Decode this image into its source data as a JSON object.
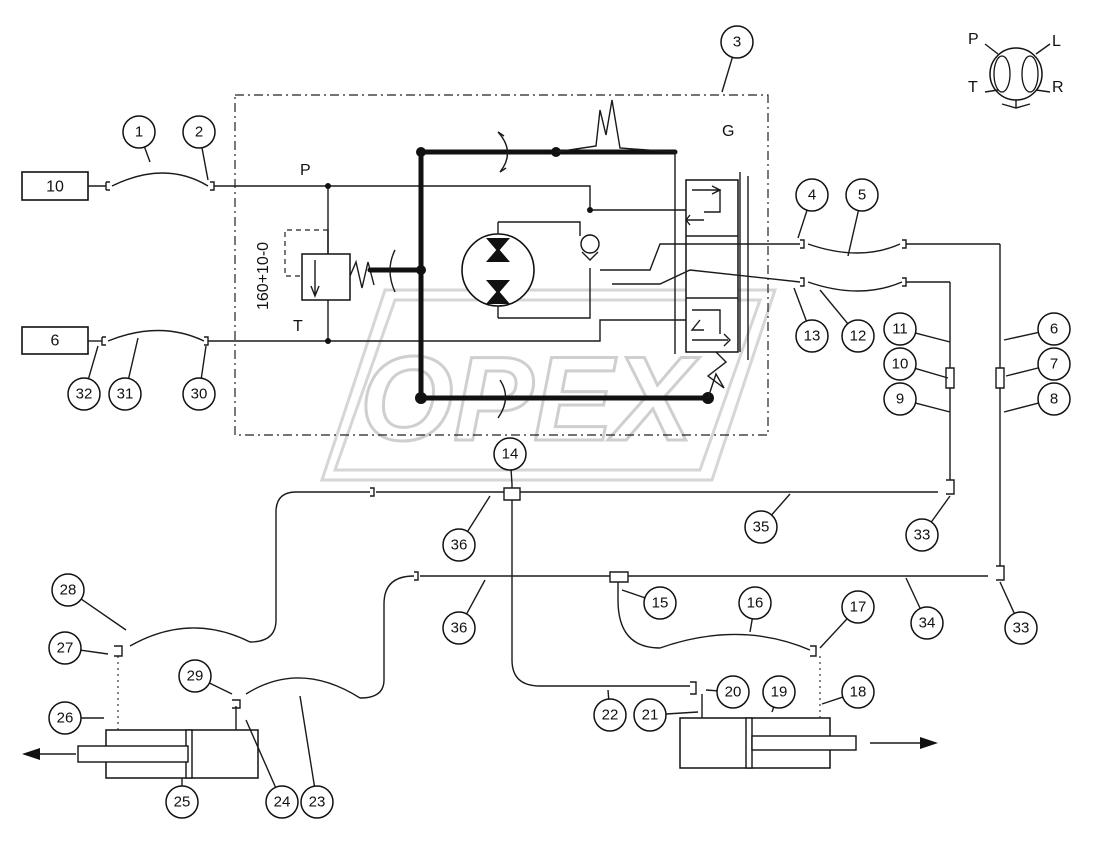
{
  "diagram": {
    "callouts": [
      "1",
      "2",
      "3",
      "4",
      "5",
      "6",
      "7",
      "8",
      "9",
      "10",
      "11",
      "12",
      "13",
      "14",
      "15",
      "16",
      "17",
      "18",
      "19",
      "20",
      "21",
      "22",
      "23",
      "24",
      "25",
      "26",
      "27",
      "28",
      "29",
      "30",
      "31",
      "32",
      "33",
      "33",
      "34",
      "35",
      "36",
      "36"
    ],
    "boxes": {
      "pressure_source": "10",
      "tank_return": "6"
    },
    "valve_labels": {
      "pressure_port": "P",
      "tank_port": "T",
      "valve_group": "G",
      "relief_setting": "160+10-0"
    },
    "port_legend": {
      "p": "P",
      "l": "L",
      "t": "T",
      "r": "R"
    },
    "watermark": "OPEX"
  }
}
